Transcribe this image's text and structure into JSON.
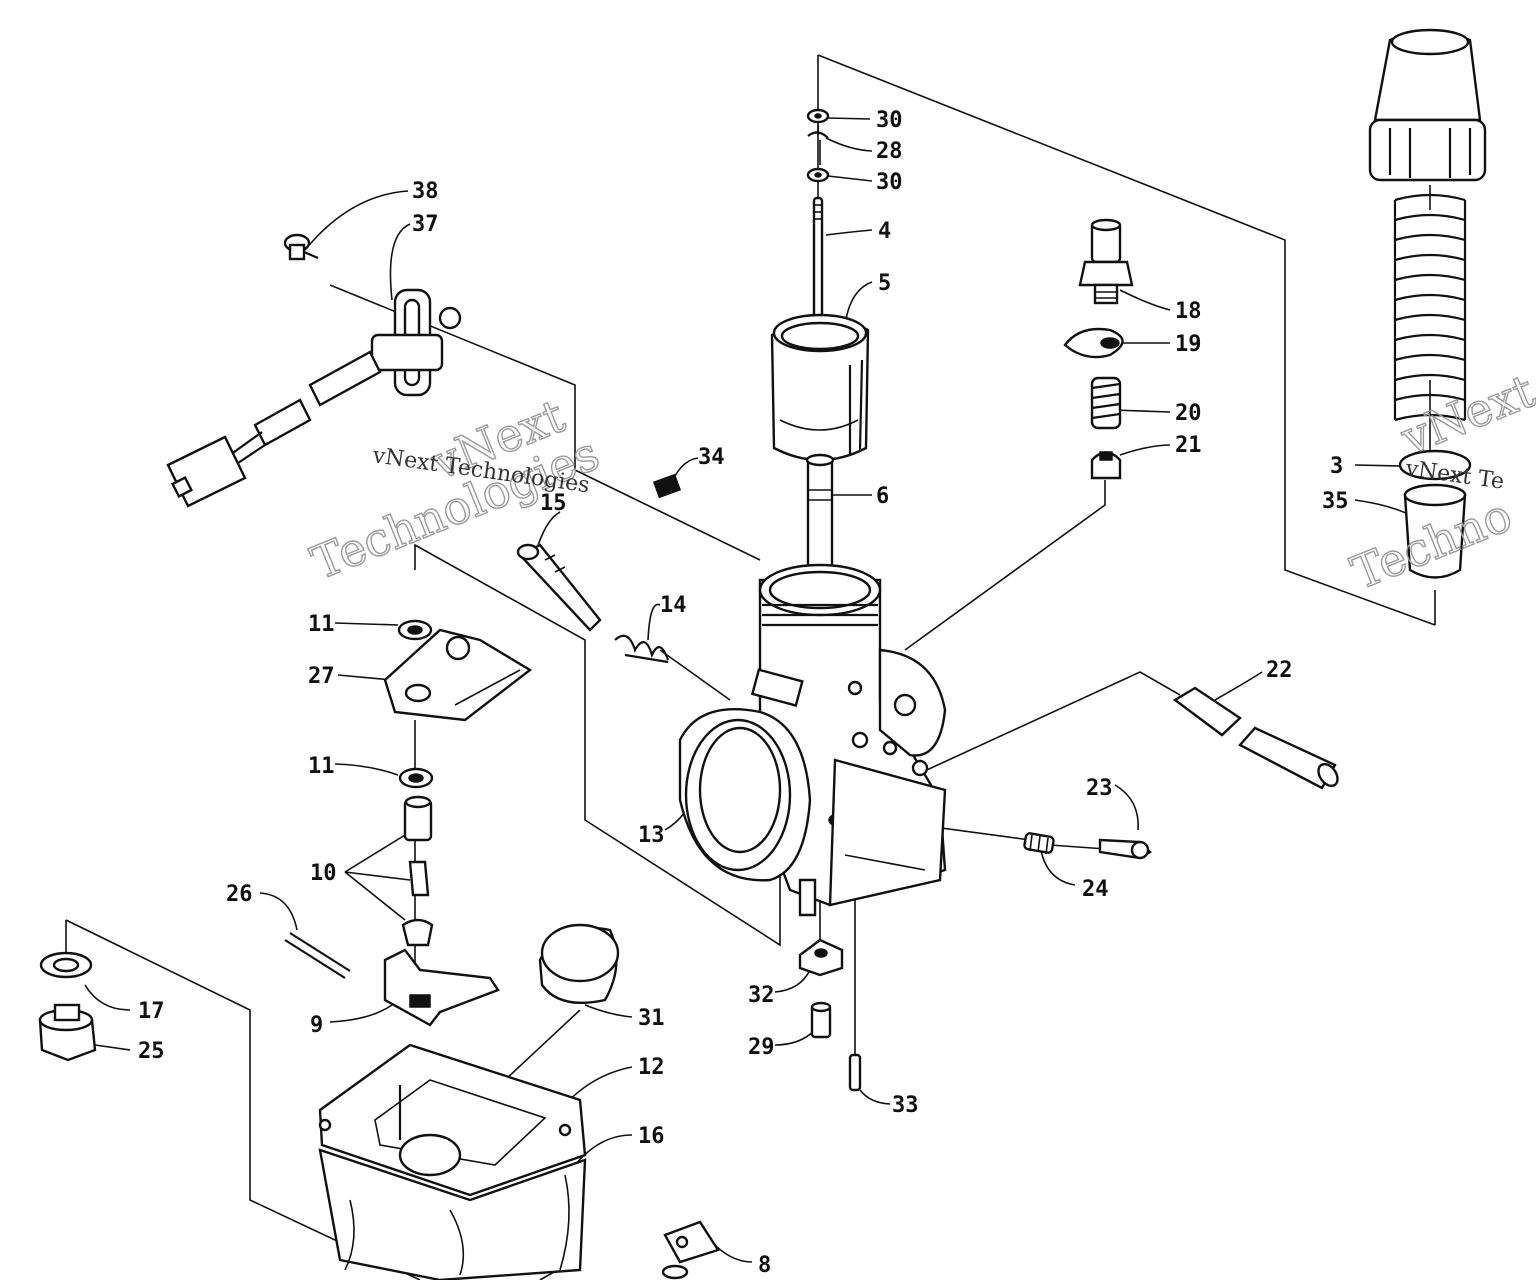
{
  "callouts": {
    "c1": "30",
    "c2": "28",
    "c3": "30",
    "c4": "4",
    "c5": "5",
    "c6": "6",
    "c7": "38",
    "c8": "37",
    "c9": "18",
    "c10": "19",
    "c11": "20",
    "c12": "21",
    "c13": "34",
    "c14": "15",
    "c15": "14",
    "c16": "3",
    "c17": "35",
    "c18": "11",
    "c19": "27",
    "c20": "11",
    "c21": "10",
    "c22": "26",
    "c23": "9",
    "c24": "17",
    "c25": "25",
    "c26": "13",
    "c27": "22",
    "c28": "23",
    "c29": "24",
    "c30": "32",
    "c31": "29",
    "c32": "33",
    "c33": "31",
    "c34": "12",
    "c35": "16",
    "c36": "8"
  },
  "watermark": {
    "line1": "vNext",
    "line2": "Technologies",
    "line3": "vNext Technologies",
    "right_line1": "vNext",
    "right_line2": "vNext Te",
    "right_line3": "Techno"
  }
}
